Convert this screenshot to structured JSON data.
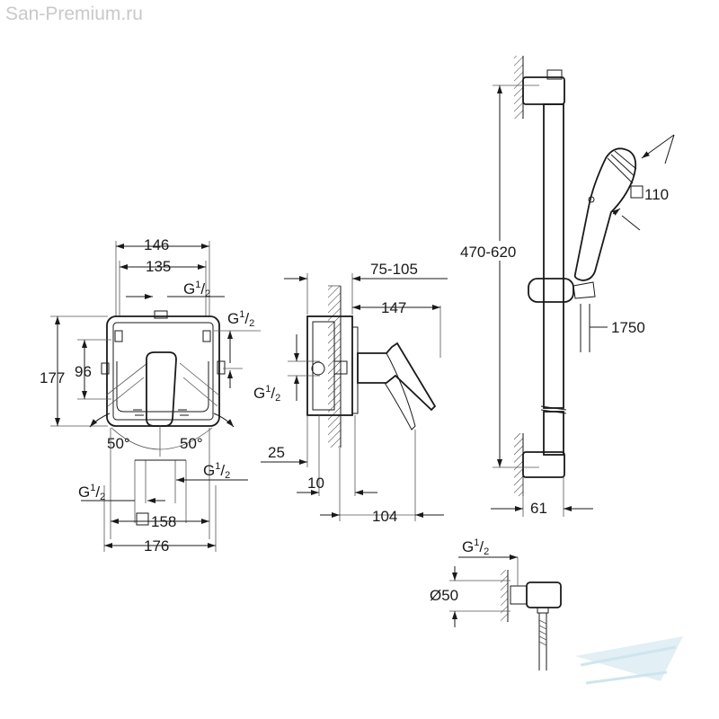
{
  "watermark": "San-Premium.ru",
  "colors": {
    "line": "#1a1a1a",
    "watermark": "#c9c9c9",
    "logo": "#d6e9f2"
  },
  "front_view": {
    "width_outer": "146",
    "width_inner": "135",
    "thread_top": "G",
    "thread_top_num": "1",
    "thread_top_den": "2",
    "thread_right": "G",
    "thread_right_num": "1",
    "thread_right_den": "2",
    "height_outer": "177",
    "height_inner": "96",
    "angle_left": "50°",
    "angle_right": "50°",
    "thread_bottom_right": "G",
    "thread_bottom_right_num": "1",
    "thread_bottom_right_den": "2",
    "thread_bottom_left": "G",
    "thread_bottom_left_num": "1",
    "thread_bottom_left_den": "2",
    "cover_square": "158",
    "cover_width": "176"
  },
  "side_view": {
    "depth_range": "75-105",
    "depth_total": "147",
    "thread": "G",
    "thread_num": "1",
    "thread_den": "2",
    "offset_25": "25",
    "offset_10": "10",
    "lever_104": "104"
  },
  "shower_rail": {
    "height_range": "470-620",
    "head_size": "110",
    "hose_length": "1750",
    "projection": "61"
  },
  "wall_outlet": {
    "thread": "G",
    "thread_num": "1",
    "thread_den": "2",
    "diameter": "Ø50"
  }
}
